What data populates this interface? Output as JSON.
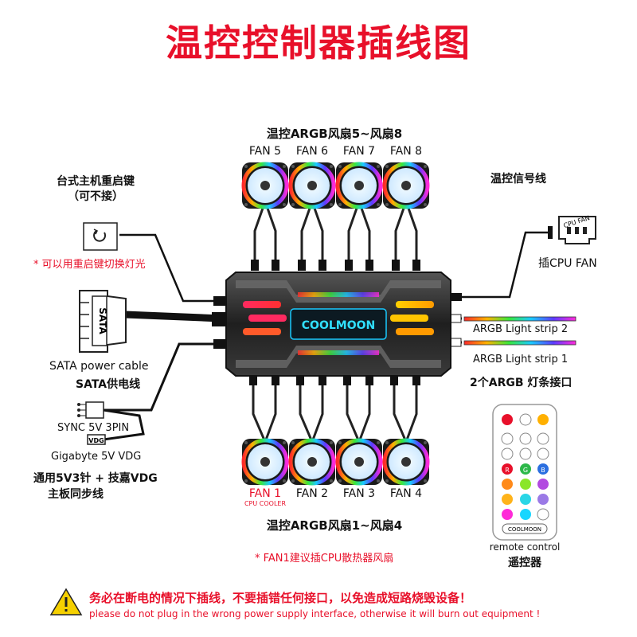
{
  "title": "温控控制器插线图",
  "top_group_label": "温控ARGB风扇5~风扇8",
  "bottom_group_label": "温控ARGB风扇1~风扇4",
  "top_fans": [
    "FAN 5",
    "FAN 6",
    "FAN 7",
    "FAN 8"
  ],
  "bottom_fans": [
    {
      "label": "FAN 1",
      "sub": "CPU COOLER"
    },
    {
      "label": "FAN 2",
      "sub": ""
    },
    {
      "label": "FAN 3",
      "sub": ""
    },
    {
      "label": "FAN 4",
      "sub": ""
    }
  ],
  "reboot": {
    "line1": "台式主机重启键",
    "line2": "（可不接）",
    "note": "* 可以用重启键切换灯光"
  },
  "sata": {
    "label_en": "SATA power cable",
    "label_cn": "SATA供电线",
    "connector_text": "SATA"
  },
  "sync": {
    "label_3pin": "SYNC 5V 3PIN",
    "vdg_tag": "VDG",
    "label_vdg": "Gigabyte 5V VDG",
    "line1": "通用5V3针 + 技嘉VDG",
    "line2": "主板同步线"
  },
  "hub_brand": "COOLMOON",
  "cpu_fan": {
    "signal_label": "温控信号线",
    "connector_text": "CPU FAN",
    "plug_label": "插CPU FAN"
  },
  "strips": {
    "strip2": "ARGB Light strip 2",
    "strip1": "ARGB Light strip 1",
    "caption": "2个ARGB 灯条接口"
  },
  "fan1_note": "* FAN1建议插CPU散热器风扇",
  "remote": {
    "brand": "COOLMOON",
    "label_en": "remote control",
    "label_cn": "遥控器",
    "btn_letters": [
      "R",
      "G",
      "B"
    ]
  },
  "warning": {
    "cn": "务必在断电的情况下插线，不要插错任何接口，以免造成短路烧毁设备！",
    "en": "please do not plug in the wrong power supply interface, otherwise it will burn out equipment !"
  },
  "colors": {
    "accent": "#e8102a",
    "hub": "#2a2a2a",
    "warning_yellow": "#f5d000"
  }
}
